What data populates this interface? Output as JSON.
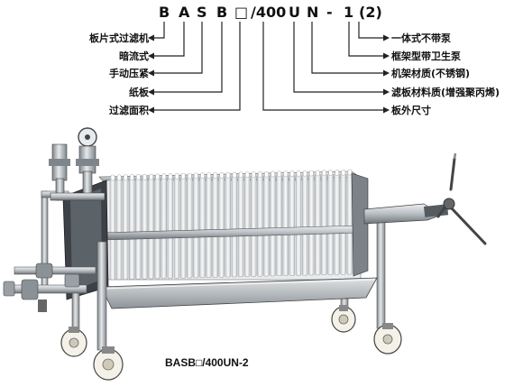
{
  "model_code": {
    "chars": [
      "B",
      "A",
      "S",
      "B",
      "□",
      "/400",
      "U",
      "N",
      "-",
      "1",
      "(2)"
    ]
  },
  "left_labels": [
    {
      "text": "板片式过滤机"
    },
    {
      "text": "暗流式"
    },
    {
      "text": "手动压紧"
    },
    {
      "text": "纸板"
    },
    {
      "text": "过滤面积"
    }
  ],
  "right_labels": [
    {
      "text": "一体式不带泵"
    },
    {
      "text": "框架型带卫生泵"
    },
    {
      "text": "机架材质(不锈钢)"
    },
    {
      "text": "滤板材料质(增强聚丙烯)"
    },
    {
      "text": "板外尺寸"
    }
  ],
  "caption": "BASB□/400UN-2",
  "colors": {
    "line": "#222222",
    "steel_light": "#d9dde0",
    "steel_mid": "#a8aeb3",
    "steel_dark": "#5a6166",
    "plate": "#f2f3f3",
    "wheel": "#f4f2e8"
  },
  "icons": [
    "pressure-gauge-icon",
    "valve-icon",
    "handwheel-icon",
    "caster-wheel-icon"
  ]
}
